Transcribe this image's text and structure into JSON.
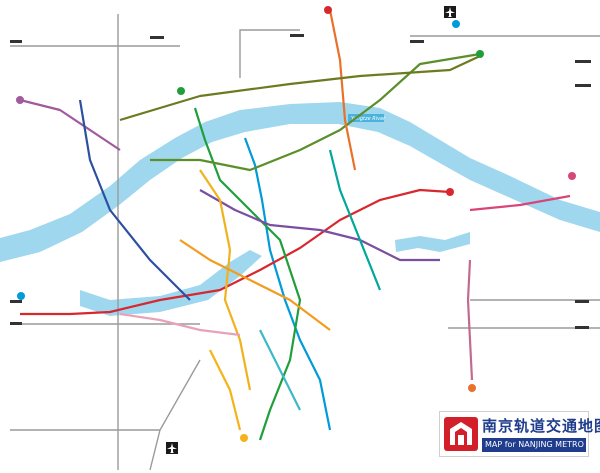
{
  "map": {
    "title_zh": "南京轨道交通地图",
    "title_en_main": "NANJING METRO",
    "title_en_prefix": "MAP for",
    "title_en_mark": "M",
    "river_label": "Yangtze River",
    "colors": {
      "background": "#ffffff",
      "river": "#9fd7ee",
      "river_label_bg": "#4ab2dd",
      "title_blue": "#1f3d8c",
      "logo_red": "#d21f2a"
    },
    "lines": [
      {
        "id": "1",
        "color": "#009bd8"
      },
      {
        "id": "2",
        "color": "#d7282f"
      },
      {
        "id": "3",
        "color": "#1f9e3a"
      },
      {
        "id": "4",
        "color": "#7a4fa0"
      },
      {
        "id": "5",
        "color": "#f2b21e"
      },
      {
        "id": "6",
        "color": "#00a79d"
      },
      {
        "id": "7",
        "color": "#5a8f2a"
      },
      {
        "id": "9",
        "color": "#f39b1e"
      },
      {
        "id": "10",
        "color": "#e7a2b8"
      },
      {
        "id": "S1",
        "color": "#3bb8c9"
      },
      {
        "id": "S3",
        "color": "#a05a9e"
      },
      {
        "id": "S6",
        "color": "#d9447a"
      },
      {
        "id": "S7",
        "color": "#c46a8e"
      },
      {
        "id": "S8",
        "color": "#e8722a"
      },
      {
        "id": "S9",
        "color": "#f5b31a"
      }
    ]
  }
}
